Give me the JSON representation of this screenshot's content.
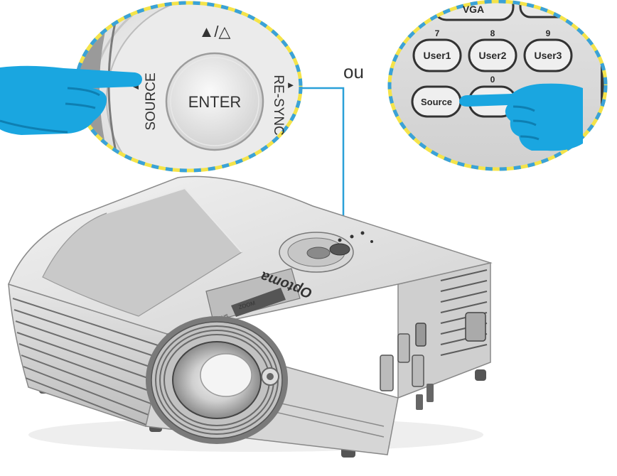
{
  "keypad": {
    "top_symbol": "▲/△",
    "enter_label": "ENTER",
    "source_label": "SOURCE",
    "resync_label": "RE-SYNC",
    "left_arrow": "◄",
    "right_arrow": "►"
  },
  "or_label": "ou",
  "remote": {
    "vga_label": "VGA",
    "keys": [
      {
        "number": "7",
        "label": "User1"
      },
      {
        "number": "8",
        "label": "User2"
      },
      {
        "number": "9",
        "label": "User3"
      }
    ],
    "zero_number": "0",
    "source_label": "Source"
  },
  "projector": {
    "brand": "Optoma",
    "zoom_label": "ZOOM",
    "focus_label": "FOCUS"
  },
  "colors": {
    "hand": "#1aa6e0",
    "hand_shadow": "#0e7fb2",
    "dash_yellow": "#f4e34a",
    "dash_blue": "#3aa2d8",
    "leader_line": "#2aa0d8"
  }
}
